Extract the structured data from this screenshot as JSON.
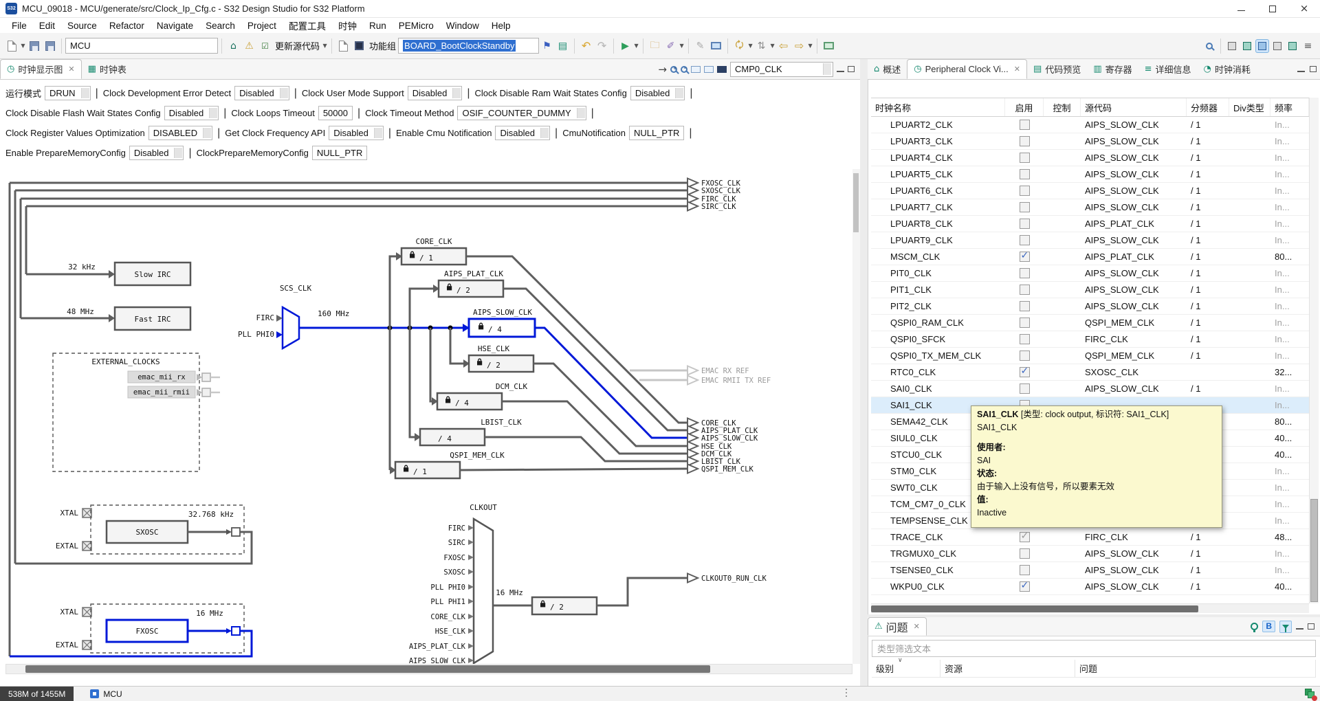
{
  "title_bar": {
    "title": "MCU_09018 - MCU/generate/src/Clock_Ip_Cfg.c - S32 Design Studio for S32 Platform",
    "app": "S32DS"
  },
  "menu": {
    "items": [
      "File",
      "Edit",
      "Source",
      "Refactor",
      "Navigate",
      "Search",
      "Project",
      "配置工具",
      "时钟",
      "Run",
      "PEMicro",
      "Window",
      "Help"
    ]
  },
  "toolbar": {
    "project_combo": "MCU",
    "update_source_label": "更新源代码",
    "function_group_label": "功能组",
    "function_group_value": "BOARD_BootClockStandby"
  },
  "editor": {
    "tabs": [
      {
        "label": "时钟显示图"
      },
      {
        "label": "时钟表"
      }
    ],
    "component_combo": "CMP0_CLK"
  },
  "settings": {
    "rows": [
      [
        {
          "label": "运行模式",
          "value": "DRUN",
          "combo": true
        },
        {
          "label": "Clock Development Error Detect",
          "value": "Disabled",
          "combo": true
        },
        {
          "label": "Clock User Mode Support",
          "value": "Disabled",
          "combo": true
        },
        {
          "label": "Clock Disable Ram Wait States Config",
          "value": "Disabled",
          "combo": true
        }
      ],
      [
        {
          "label": "Clock Disable Flash Wait States Config",
          "value": "Disabled",
          "combo": true
        },
        {
          "label": "Clock Loops Timeout",
          "value": "50000",
          "combo": false
        },
        {
          "label": "Clock Timeout Method",
          "value": "OSIF_COUNTER_DUMMY",
          "combo": true
        }
      ],
      [
        {
          "label": "Clock Register Values Optimization",
          "value": "DISABLED",
          "combo": true
        },
        {
          "label": "Get Clock Frequency API",
          "value": "Disabled",
          "combo": true
        },
        {
          "label": "Enable Cmu Notification",
          "value": "Disabled",
          "combo": true
        },
        {
          "label": "CmuNotification",
          "value": "NULL_PTR",
          "combo": false
        }
      ],
      [
        {
          "label": "Enable PrepareMemoryConfig",
          "value": "Disabled",
          "combo": true
        },
        {
          "label": "ClockPrepareMemoryConfig",
          "value": "NULL_PTR",
          "combo": false,
          "sep": false
        }
      ]
    ]
  },
  "diagram": {
    "top_outputs": [
      "FXOSC_CLK",
      "SXOSC_CLK",
      "FIRC_CLK",
      "SIRC_CLK"
    ],
    "slow_irc": {
      "label": "Slow IRC",
      "freq": "32 kHz"
    },
    "fast_irc": {
      "label": "Fast IRC",
      "freq": "48 MHz"
    },
    "scs": {
      "label": "SCS_CLK",
      "in1": "FIRC",
      "in2": "PLL PHI0",
      "freq": "160 MHz"
    },
    "dividers": [
      {
        "name": "CORE_CLK",
        "value": "/ 1"
      },
      {
        "name": "AIPS_PLAT_CLK",
        "value": "/ 2"
      },
      {
        "name": "AIPS_SLOW_CLK",
        "value": "/ 4"
      },
      {
        "name": "HSE_CLK",
        "value": "/ 2"
      },
      {
        "name": "DCM_CLK",
        "value": "/ 4"
      },
      {
        "name": "LBIST_CLK",
        "value": "/ 4"
      },
      {
        "name": "QSPI_MEM_CLK",
        "value": "/ 1"
      }
    ],
    "right_outputs": [
      "CORE_CLK",
      "AIPS_PLAT_CLK",
      "AIPS_SLOW_CLK",
      "HSE_CLK",
      "DCM_CLK",
      "LBIST_CLK",
      "QSPI_MEM_CLK"
    ],
    "emac_outputs": [
      "EMAC RX REF",
      "EMAC RMII TX REF"
    ],
    "external": {
      "label": "EXTERNAL_CLOCKS",
      "items": [
        "emac_mii_rx",
        "emac_mii_rmii"
      ]
    },
    "sxosc": {
      "label": "SXOSC",
      "freq": "32.768 kHz",
      "pin1": "XTAL",
      "pin2": "EXTAL"
    },
    "fxosc": {
      "label": "FXOSC",
      "freq": "16 MHz",
      "pin1": "XTAL",
      "pin2": "EXTAL"
    },
    "clkout": {
      "label": "CLKOUT",
      "freq": "16 MHz",
      "divider": "/ 2",
      "output": "CLKOUT0_RUN_CLK",
      "inputs": [
        "FIRC",
        "SIRC",
        "FXOSC",
        "SXOSC",
        "PLL PHI0",
        "PLL PHI1",
        "CORE_CLK",
        "HSE_CLK",
        "AIPS_PLAT_CLK",
        "AIPS_SLOW_CLK"
      ]
    }
  },
  "right_panel": {
    "tabs": [
      {
        "label": "概述"
      },
      {
        "label": "Peripheral Clock Vi..."
      },
      {
        "label": "代码预览"
      },
      {
        "label": "寄存器"
      },
      {
        "label": "详细信息"
      },
      {
        "label": "时钟消耗"
      }
    ],
    "table": {
      "columns": [
        "时钟名称",
        "启用",
        "控制",
        "源代码",
        "分频器",
        "Div类型",
        "频率"
      ],
      "selected_index": 17,
      "rows": [
        {
          "n": "LPUART2_CLK",
          "e": "n",
          "s": "AIPS_SLOW_CLK",
          "d": "/ 1",
          "f": "In..."
        },
        {
          "n": "LPUART3_CLK",
          "e": "n",
          "s": "AIPS_SLOW_CLK",
          "d": "/ 1",
          "f": "In..."
        },
        {
          "n": "LPUART4_CLK",
          "e": "n",
          "s": "AIPS_SLOW_CLK",
          "d": "/ 1",
          "f": "In..."
        },
        {
          "n": "LPUART5_CLK",
          "e": "n",
          "s": "AIPS_SLOW_CLK",
          "d": "/ 1",
          "f": "In..."
        },
        {
          "n": "LPUART6_CLK",
          "e": "n",
          "s": "AIPS_SLOW_CLK",
          "d": "/ 1",
          "f": "In..."
        },
        {
          "n": "LPUART7_CLK",
          "e": "n",
          "s": "AIPS_SLOW_CLK",
          "d": "/ 1",
          "f": "In..."
        },
        {
          "n": "LPUART8_CLK",
          "e": "n",
          "s": "AIPS_PLAT_CLK",
          "d": "/ 1",
          "f": "In..."
        },
        {
          "n": "LPUART9_CLK",
          "e": "n",
          "s": "AIPS_SLOW_CLK",
          "d": "/ 1",
          "f": "In..."
        },
        {
          "n": "MSCM_CLK",
          "e": "y",
          "s": "AIPS_PLAT_CLK",
          "d": "/ 1",
          "f": "80..."
        },
        {
          "n": "PIT0_CLK",
          "e": "n",
          "s": "AIPS_SLOW_CLK",
          "d": "/ 1",
          "f": "In..."
        },
        {
          "n": "PIT1_CLK",
          "e": "n",
          "s": "AIPS_SLOW_CLK",
          "d": "/ 1",
          "f": "In..."
        },
        {
          "n": "PIT2_CLK",
          "e": "n",
          "s": "AIPS_SLOW_CLK",
          "d": "/ 1",
          "f": "In..."
        },
        {
          "n": "QSPI0_RAM_CLK",
          "e": "n",
          "s": "QSPI_MEM_CLK",
          "d": "/ 1",
          "f": "In..."
        },
        {
          "n": "QSPI0_SFCK",
          "e": "n",
          "s": "FIRC_CLK",
          "d": "/ 1",
          "f": "In..."
        },
        {
          "n": "QSPI0_TX_MEM_CLK",
          "e": "n",
          "s": "QSPI_MEM_CLK",
          "d": "/ 1",
          "f": "In..."
        },
        {
          "n": "RTC0_CLK",
          "e": "y",
          "s": "SXOSC_CLK",
          "d": "",
          "f": "32..."
        },
        {
          "n": "SAI0_CLK",
          "e": "n",
          "s": "AIPS_SLOW_CLK",
          "d": "/ 1",
          "f": "In..."
        },
        {
          "n": "SAI1_CLK",
          "e": "n",
          "s": "",
          "d": "",
          "f": "In..."
        },
        {
          "n": "SEMA42_CLK",
          "e": "n",
          "s": "",
          "d": "",
          "f": "80..."
        },
        {
          "n": "SIUL0_CLK",
          "e": "n",
          "s": "",
          "d": "",
          "f": "40..."
        },
        {
          "n": "STCU0_CLK",
          "e": "n",
          "s": "",
          "d": "",
          "f": "40..."
        },
        {
          "n": "STM0_CLK",
          "e": "n",
          "s": "",
          "d": "",
          "f": "In..."
        },
        {
          "n": "SWT0_CLK",
          "e": "n",
          "s": "",
          "d": "",
          "f": "In..."
        },
        {
          "n": "TCM_CM7_0_CLK",
          "e": "n",
          "s": "",
          "d": "",
          "f": "In..."
        },
        {
          "n": "TEMPSENSE_CLK",
          "e": "n",
          "s": "",
          "d": "",
          "f": "In..."
        },
        {
          "n": "TRACE_CLK",
          "e": "g",
          "s": "FIRC_CLK",
          "d": "/ 1",
          "f": "48..."
        },
        {
          "n": "TRGMUX0_CLK",
          "e": "n",
          "s": "AIPS_SLOW_CLK",
          "d": "/ 1",
          "f": "In..."
        },
        {
          "n": "TSENSE0_CLK",
          "e": "n",
          "s": "AIPS_SLOW_CLK",
          "d": "/ 1",
          "f": "In..."
        },
        {
          "n": "WKPU0_CLK",
          "e": "y",
          "s": "AIPS_SLOW_CLK",
          "d": "/ 1",
          "f": "40..."
        }
      ]
    }
  },
  "tooltip": {
    "name": "SAI1_CLK",
    "meta": " [类型: clock output, 标识符: SAI1_CLK]",
    "name2": "SAI1_CLK",
    "users_label": "使用者:",
    "users": "SAI",
    "state_label": "状态:",
    "state": "由于输入上没有信号，所以要素无效",
    "value_label": "值:",
    "value": "Inactive"
  },
  "problems_panel": {
    "tab": "问题",
    "filter_placeholder": "类型筛选文本",
    "columns": [
      "级别",
      "资源",
      "问题"
    ]
  },
  "status_bar": {
    "heap": "538M of 1455M",
    "selection": "MCU"
  }
}
